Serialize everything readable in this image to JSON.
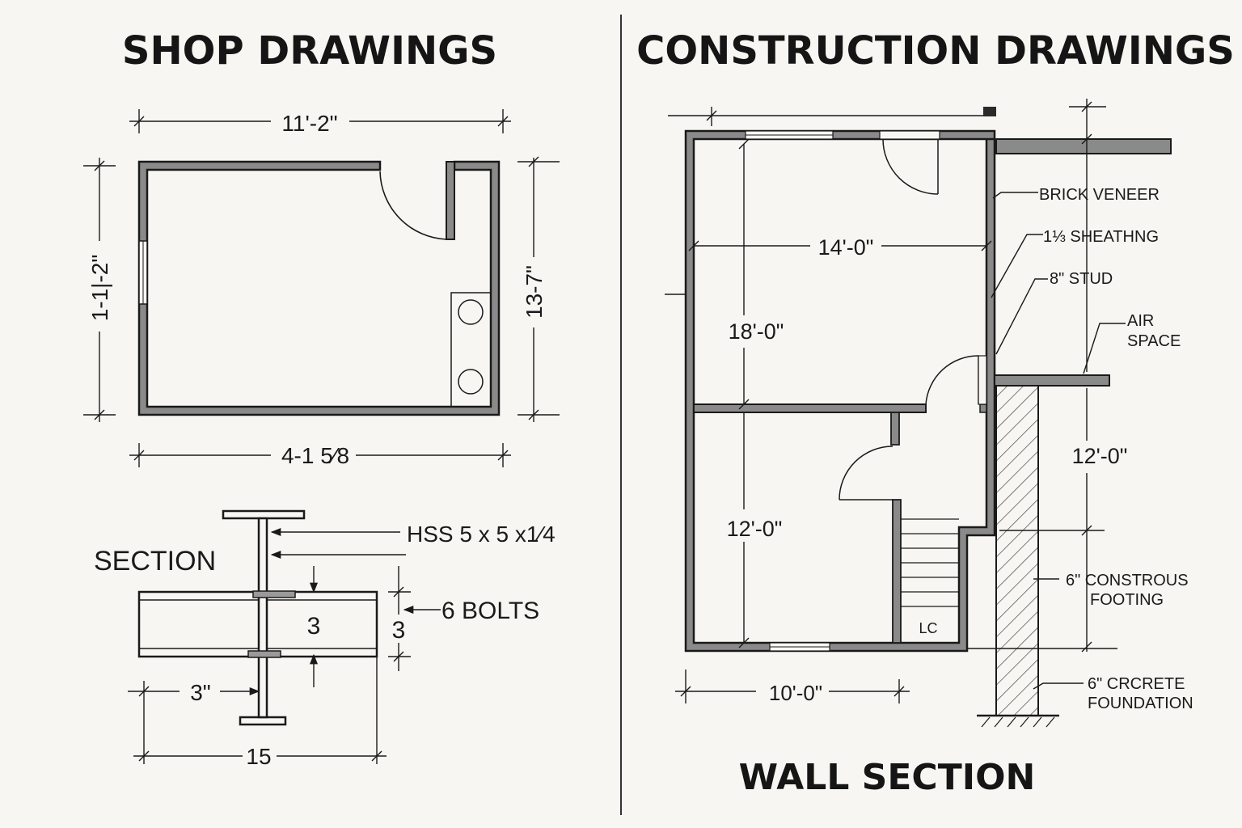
{
  "colors": {
    "paper": "#f7f6f2",
    "ink": "#1a1a1a",
    "wall_fill": "#8a8a8a"
  },
  "shop": {
    "title": "SHOP DRAWINGS",
    "plan": {
      "dim_top": "11'-2\"",
      "dim_left": "1-1|-2\"",
      "dim_right": "13-7\"",
      "dim_bottom": "4-1 5⁄8"
    },
    "section": {
      "label": "SECTION",
      "callout_hss": "HSS 5 x 5 x1⁄4",
      "callout_bolts": "6 BOLTS",
      "dim_inner": "3",
      "dim_outer": "3",
      "dim_offset": "3\"",
      "dim_width": "15"
    }
  },
  "construction": {
    "title": "CONSTRUCTION DRAWINGS",
    "plan": {
      "dim_width_upper": "14'-0\"",
      "dim_height_upper": "18'-0\"",
      "dim_height_lower": "12'-0\"",
      "dim_bottom": "10'-0\"",
      "closet_label": "LC"
    },
    "wall_section": {
      "title": "WALL SECTION",
      "callouts": {
        "brick": "BRICK VENEER",
        "sheathing": "1⅓ SHEATHNG",
        "stud": "8\" STUD",
        "air_1": "AIR",
        "air_2": "SPACE",
        "footing_1": "6\" CONSTROUS",
        "footing_2": "FOOTING",
        "foundation_1": "6\" CRCRETE",
        "foundation_2": "FOUNDATION"
      },
      "dim_height": "12'-0\""
    }
  }
}
